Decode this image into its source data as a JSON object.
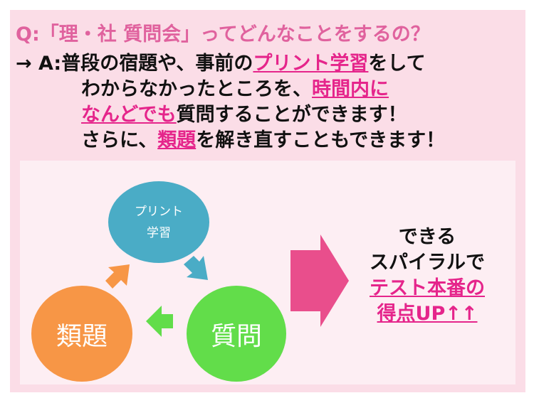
{
  "question": "Q:「理・社 質問会」ってどんなことをするの？",
  "answer": {
    "prefix": "→ A:",
    "l1a": "普段の宿題や、事前の",
    "l1h": "プリント学習",
    "l1b": "をして",
    "l2a": "わからなかったところを、",
    "l2h": "時間内に",
    "l3h": "なんどでも",
    "l3b": "質問することができます！",
    "l4a": "さらに、",
    "l4h": "類題",
    "l4b": "を解き直すこともできます！"
  },
  "cycle": {
    "print_l1": "プリント",
    "print_l2": "学習",
    "question": "質問",
    "similar": "類題"
  },
  "result": {
    "l1": "できる",
    "l2": "スパイラルで",
    "l3": "テスト本番の",
    "l4": "得点UP↑↑"
  },
  "colors": {
    "blue": "#4aacc6",
    "orange": "#f79646",
    "green": "#62dd4a",
    "accent": "#e5258b",
    "arrow": "#e94e8c"
  }
}
